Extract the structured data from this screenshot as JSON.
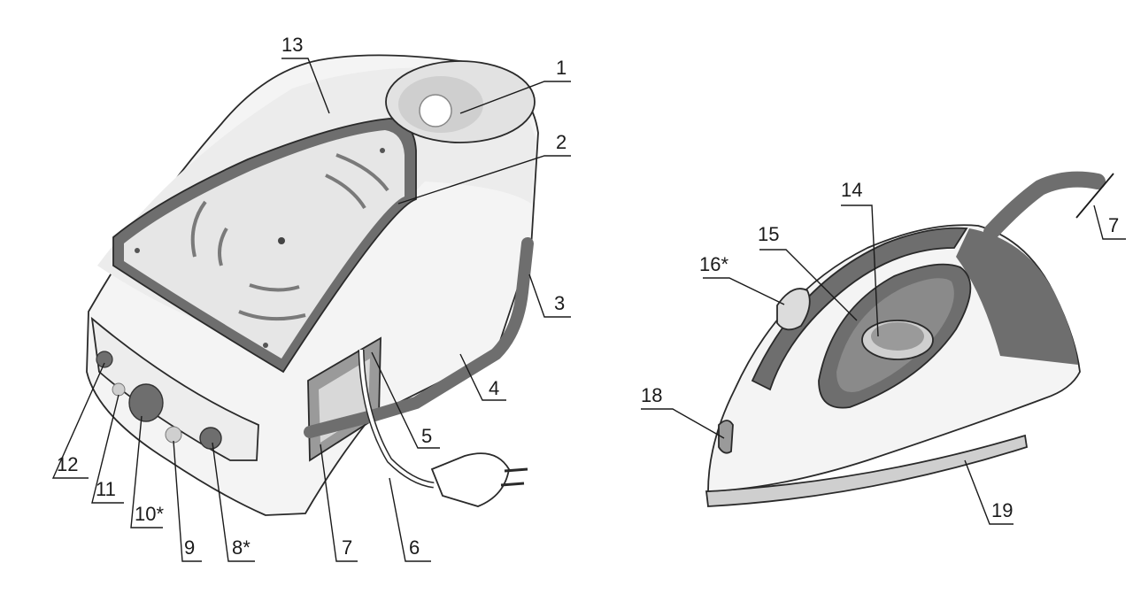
{
  "diagram": {
    "station_labels": {
      "l1": "1",
      "l2": "2",
      "l3": "3",
      "l4": "4",
      "l5": "5",
      "l6": "6",
      "l7": "7",
      "l8": "8*",
      "l9": "9",
      "l10": "10*",
      "l11": "11",
      "l12": "12",
      "l13": "13"
    },
    "iron_labels": {
      "l7": "7",
      "l14": "14",
      "l15": "15",
      "l16": "16*",
      "l18": "18",
      "l19": "19"
    }
  },
  "colors": {
    "outline": "#2a2a2a",
    "body": "#f4f4f4",
    "dark_grey": "#6e6e6e",
    "mid_grey": "#9a9a9a",
    "light_grey": "#cfcfcf",
    "tray": "#e6e6e6"
  }
}
